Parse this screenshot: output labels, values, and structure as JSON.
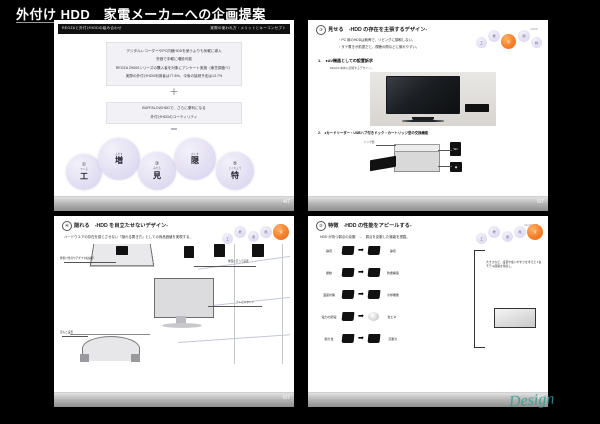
{
  "page": {
    "title": "外付け HDD　家電メーカーへの企画提案",
    "watermark": "Design"
  },
  "slides": [
    {
      "id": "slide-1",
      "band_left": "REGZAと外付けHDDの組み合わせ",
      "band_right": "実際の使われ方・メリットとキーコンセプト",
      "box1_lines": [
        "デジタルレコーダーやPC内蔵HDDを使うよりも気軽に導入",
        "安価で手軽に増設可能",
        "REGZA Z9000シリーズの購入者を対象にアンケート実施（東芝調査べ）",
        "実際の外付けHDD利用者は77.8%、今後の接続予定は13.7%"
      ],
      "plus": "＋",
      "box2_lines": [
        "BUFFALOのHDDで、さらに便利になる",
        "外付けHDDのユーティリティ"
      ],
      "equals": "＝",
      "concept_circles": [
        {
          "num": "①",
          "sub": "つくる",
          "kanji": "工",
          "okuri": "夫する"
        },
        {
          "num": "②",
          "sub": "ふやす",
          "kanji": "増",
          "okuri": "やす"
        },
        {
          "num": "③",
          "sub": "みせる",
          "kanji": "見",
          "okuri": "せる"
        },
        {
          "num": "④",
          "sub": "かくす",
          "kanji": "隠",
          "okuri": "れる"
        },
        {
          "num": "⑤",
          "sub": "とくちょう",
          "kanji": "特",
          "okuri": "徴"
        }
      ],
      "footer_page": "4/7",
      "logo": "BUFFALO"
    },
    {
      "id": "slide-2",
      "head_num": "③",
      "head_title": "見せる　-HDD の存在を主張するデザイン-",
      "head_right": "VIEW",
      "bullets": [
        "・PC 用のHDDは無骨で、リビングに調和しない。",
        "・タテ置きが前提だと、視聴の際などに倒れやすい。"
      ],
      "section1": "1.　●AV機器としての設置訴求",
      "section1_sub": "REGZA 本体に調和するデザイン。",
      "section2": "2.　●カードリーダー・USBハブ付きドック・カートリッジ型の交換機能",
      "photo_caption": "USB ハブ付きドック・カートリッジ型の交換機能",
      "tag_dock": "ドック部",
      "icon_sd": "SD",
      "icon_cam": "◉",
      "nav": [
        {
          "label": "工",
          "active": false
        },
        {
          "label": "増",
          "active": false
        },
        {
          "label": "見",
          "active": true
        },
        {
          "label": "隠",
          "active": false
        },
        {
          "label": "特",
          "active": false
        }
      ],
      "footer_page": "5/7",
      "logo": "BUFFALO"
    },
    {
      "id": "slide-3",
      "head_num": "④",
      "head_title": "隠れる　-HDD を目立たせないデザイン-",
      "head_right": "HIDE",
      "lead": "ハードウエアの存在を感じさせない「隠れる置き方」としての商品価値を実現する。",
      "callouts": [
        "壁掛け金具やアダプタ収納部",
        "壁面に沿って設置",
        "テレビスタンド",
        "足もと設置"
      ],
      "nav": [
        {
          "label": "工",
          "active": false
        },
        {
          "label": "増",
          "active": false
        },
        {
          "label": "見",
          "active": false
        },
        {
          "label": "隠",
          "active": true
        },
        {
          "label": "特",
          "active": false
        }
      ],
      "footer_page": "6/7",
      "logo": "BUFFALO"
    },
    {
      "id": "slide-4",
      "head_num": "⑤",
      "head_title": "特徴　-HDD の性能をアピールする-",
      "head_right": "FEATURE",
      "lead": "HDD が持つ弱点の克服　→　弱点を克服した機能を搭載。",
      "flow_rows": [
        {
          "left": "静音",
          "right": "静音"
        },
        {
          "left": "振動",
          "right": "防振構造"
        },
        {
          "left": "温度対策",
          "right": "冷却機能"
        },
        {
          "left": "電力の節電",
          "right": "省エネ"
        },
        {
          "left": "耐久性",
          "right": "高耐久"
        }
      ],
      "result_text": "大きさなど、設置や使いやすさを考えた 1台 モデル展開を用意し、",
      "nav": [
        {
          "label": "工",
          "active": false
        },
        {
          "label": "増",
          "active": false
        },
        {
          "label": "見",
          "active": false
        },
        {
          "label": "隠",
          "active": false
        },
        {
          "label": "特",
          "active": true
        }
      ],
      "footer_page": "7/7",
      "logo": "BUFFALO"
    }
  ]
}
